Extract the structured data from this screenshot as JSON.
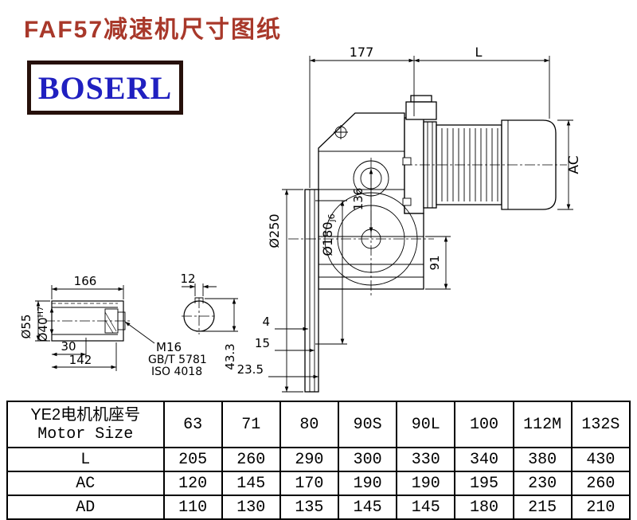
{
  "page": {
    "title": "FAF57减速机尺寸图纸",
    "logo": "BOSERL",
    "colors": {
      "title": "#a8382a",
      "logo_text": "#2020c0",
      "logo_border": "#26100a",
      "line": "#000000"
    }
  },
  "dims": {
    "w177": "177",
    "L": "L",
    "AC": "AC",
    "d250": "Ø250",
    "d180": "Ø180",
    "d180tol": "j6",
    "h136": "136",
    "h91": "91",
    "s4": "4",
    "s15": "15",
    "s23_5": "23.5",
    "len166": "166",
    "w12": "12",
    "len30": "30",
    "len142": "142",
    "d55": "Ø55",
    "d40": "Ø40",
    "d40tol": "H7",
    "bolt": "M16",
    "bolt_std": "GB/T 5781",
    "bolt_iso": "ISO 4018",
    "h43_3": "43.3"
  },
  "table": {
    "motor_label_cn": "YE2电机机座号",
    "motor_label_en": "Motor Size",
    "sizes": [
      "63",
      "71",
      "80",
      "90S",
      "90L",
      "100",
      "112M",
      "132S"
    ],
    "rows": [
      {
        "label": "L",
        "values": [
          "205",
          "260",
          "290",
          "300",
          "330",
          "340",
          "380",
          "430"
        ]
      },
      {
        "label": "AC",
        "values": [
          "120",
          "145",
          "170",
          "190",
          "190",
          "195",
          "230",
          "260"
        ]
      },
      {
        "label": "AD",
        "values": [
          "110",
          "130",
          "135",
          "145",
          "145",
          "180",
          "215",
          "210"
        ]
      }
    ]
  }
}
